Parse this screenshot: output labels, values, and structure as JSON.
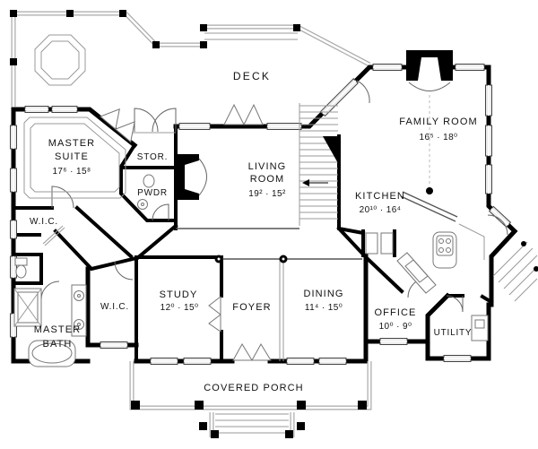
{
  "plan": {
    "deck": {
      "label": "DECK"
    },
    "family_room": {
      "label": "FAMILY ROOM",
      "dims": "16⁵ · 18⁰"
    },
    "master_suite": {
      "label_line1": "MASTER",
      "label_line2": "SUITE",
      "dims": "17⁶ · 15⁸"
    },
    "storage": {
      "label": "STOR."
    },
    "powder": {
      "label": "PWDR"
    },
    "living_room": {
      "label_line1": "LIVING",
      "label_line2": "ROOM",
      "dims": "19² · 15²"
    },
    "kitchen": {
      "label": "KITCHEN",
      "dims": "20¹⁰ · 16⁴"
    },
    "wic_upper": {
      "label": "W.I.C."
    },
    "wic_lower": {
      "label": "W.I.C."
    },
    "master_bath": {
      "label_line1": "MASTER",
      "label_line2": "BATH"
    },
    "study": {
      "label": "STUDY",
      "dims": "12⁰ · 15⁰"
    },
    "foyer": {
      "label": "FOYER"
    },
    "dining": {
      "label": "DINING",
      "dims": "11⁴ · 15⁰"
    },
    "office": {
      "label": "OFFICE",
      "dims": "10⁰ · 9⁰"
    },
    "utility": {
      "label": "UTILITY"
    },
    "covered_porch": {
      "label": "COVERED PORCH"
    }
  },
  "colors": {
    "wall": "#000000",
    "lines": "#999999",
    "background": "#ffffff"
  }
}
